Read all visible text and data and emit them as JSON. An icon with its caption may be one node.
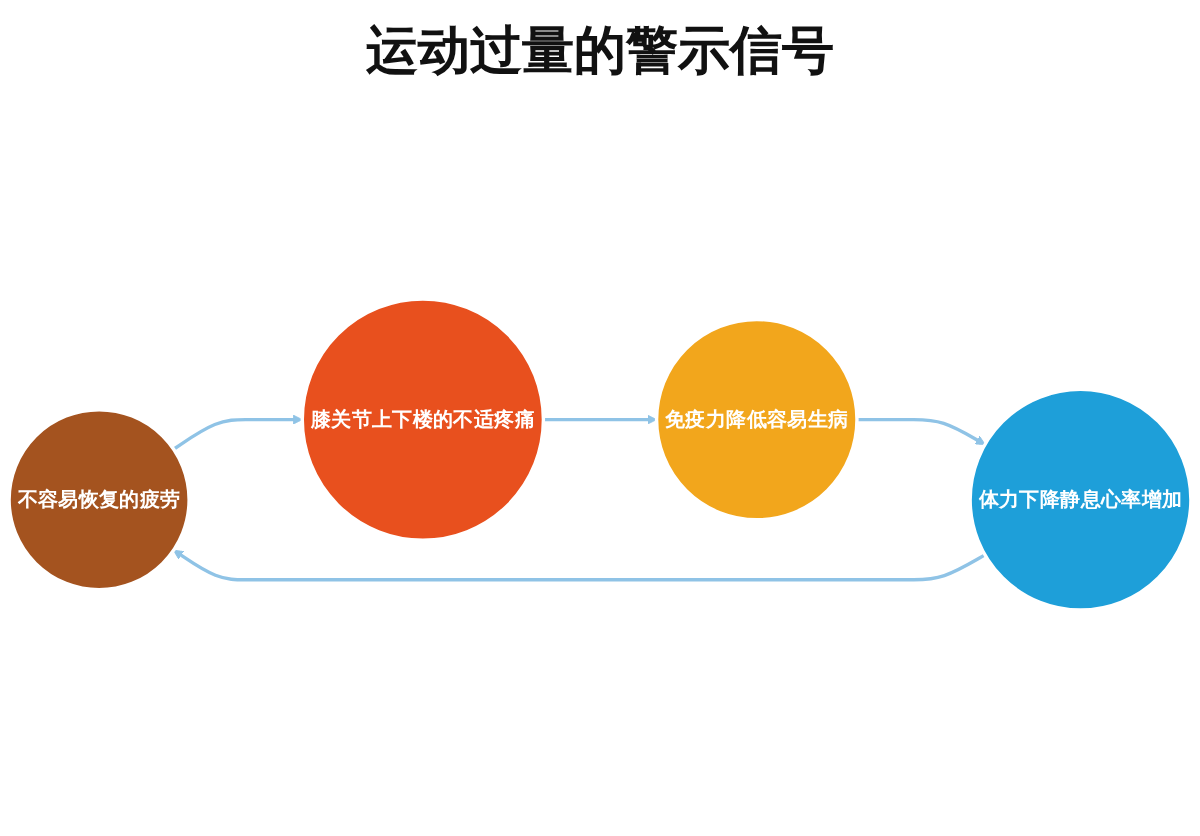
{
  "diagram": {
    "title": "运动过量的警示信号",
    "nodes": [
      {
        "text": [
          "不容易恢复的疲劳"
        ]
      },
      {
        "text": [
          "膝关节上下楼的不适疼痛"
        ]
      },
      {
        "text": [
          "免疫力降低容易生病"
        ]
      },
      {
        "text": [
          "体力下降静息心率增加"
        ]
      }
    ],
    "edges": [
      {
        "from": 0,
        "to": 1,
        "arrow": "to"
      },
      {
        "from": 1,
        "to": 2,
        "arrow": "to"
      },
      {
        "from": 2,
        "to": 3,
        "arrow": "to"
      },
      {
        "from": 3,
        "to": 0,
        "arrow": "to"
      }
    ]
  }
}
